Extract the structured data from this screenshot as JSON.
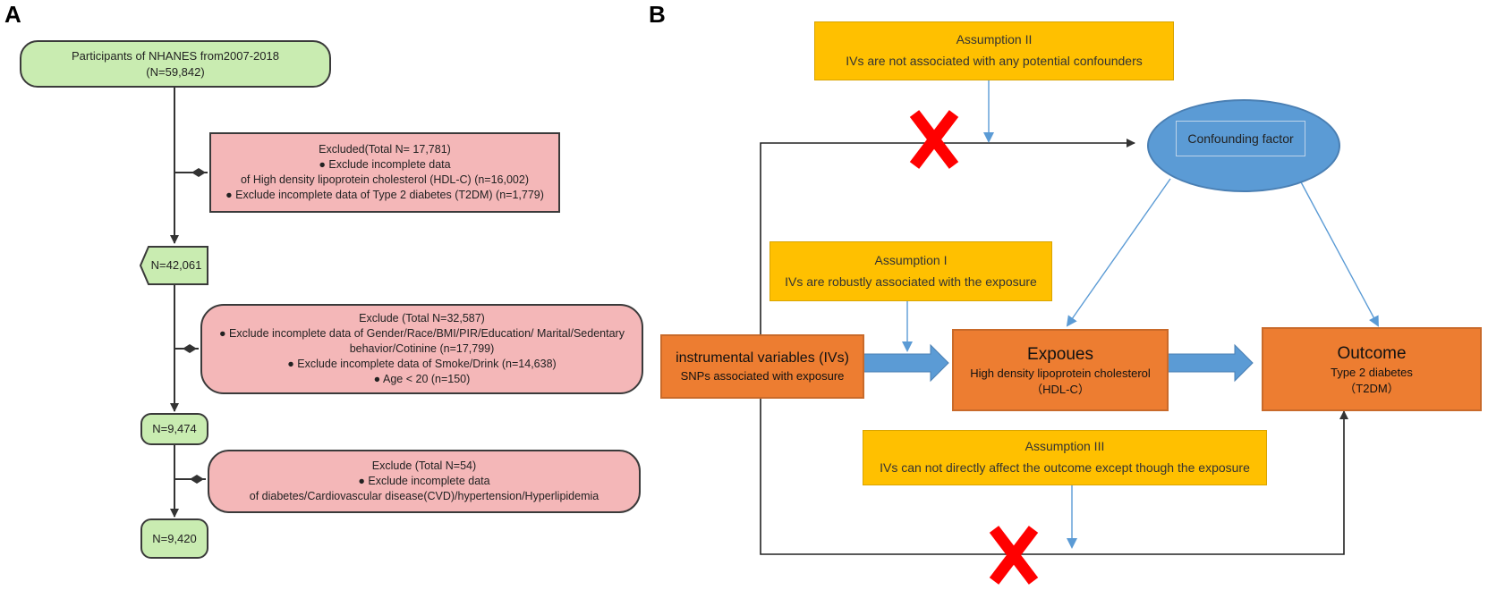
{
  "panels": {
    "a": "A",
    "b": "B"
  },
  "flowchart": {
    "start": {
      "line1": "Participants of NHANES from2007-2018",
      "line2": "(N=59,842)"
    },
    "excluded1": [
      "Excluded(Total N= 17,781)",
      "● Exclude incomplete data",
      "of High density lipoprotein cholesterol (HDL-C) (n=16,002)",
      "● Exclude incomplete data of Type 2 diabetes (T2DM) (n=1,779)"
    ],
    "count1": "N=42,061",
    "excluded2": [
      "Exclude (Total N=32,587)",
      "● Exclude incomplete data of Gender/Race/BMI/PIR/Education/ Marital/Sedentary",
      "behavior/Cotinine (n=17,799)",
      "● Exclude incomplete data of Smoke/Drink (n=14,638)",
      "● Age < 20 (n=150)"
    ],
    "count2": "N=9,474",
    "excluded3": [
      "Exclude (Total N=54)",
      "● Exclude incomplete data",
      "of diabetes/Cardiovascular disease(CVD)/hypertension/Hyperlipidemia"
    ],
    "count3": "N=9,420"
  },
  "mr_diagram": {
    "assumption2": {
      "title": "Assumption II",
      "text": "IVs are not associated with any potential confounders"
    },
    "assumption1": {
      "title": "Assumption I",
      "text": "IVs are robustly associated with the exposure"
    },
    "assumption3": {
      "title": "Assumption III",
      "text": "IVs can not directly affect the outcome except though the exposure"
    },
    "confounder": "Confounding factor",
    "ivs": {
      "title": "instrumental variables (IVs)",
      "subtitle": "SNPs associated with exposure"
    },
    "exposure": {
      "title": "Expoues",
      "line2": "High density lipoprotein cholesterol",
      "line3": "（HDL-C）"
    },
    "outcome": {
      "title": "Outcome",
      "line2": "Type 2 diabetes",
      "line3": "（T2DM）"
    }
  },
  "colors": {
    "green": "#c9ecb1",
    "pink": "#f4b7b8",
    "yellow": "#ffc000",
    "orange": "#ed7d31",
    "blue_ellipse": "#5b9bd5",
    "blue_arrow": "#5b9bd5",
    "red_cross": "#ff0000"
  },
  "icons": {
    "cross": "red-x-mark-icon",
    "block_arrow": "blue-block-arrow-icon"
  }
}
